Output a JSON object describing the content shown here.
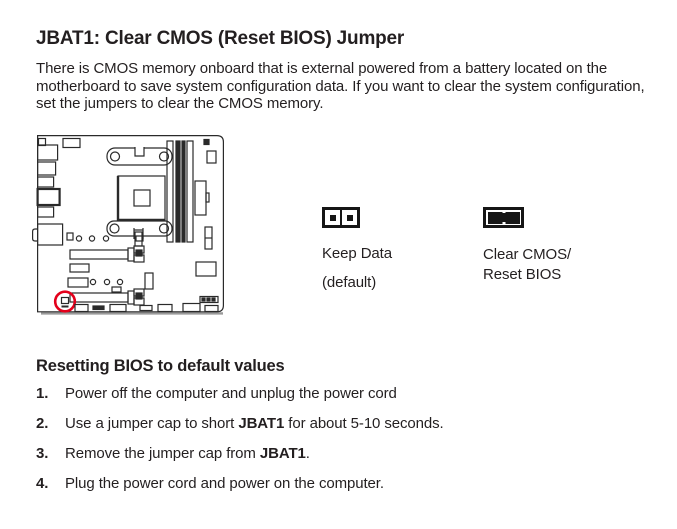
{
  "header": {
    "title": "JBAT1: Clear CMOS (Reset BIOS) Jumper"
  },
  "intro": "There is CMOS memory onboard that is external powered from a battery located on the motherboard to save system configuration data. If you want to clear the system configuration, set the jumpers to clear the CMOS memory.",
  "figure": {
    "highlight_color": "#e3001b",
    "line_color": "#2a2a2a",
    "keep_data": {
      "line1": "Keep Data",
      "line2": "(default)"
    },
    "clear_cmos": {
      "line1": "Clear CMOS/",
      "line2": "Reset BIOS"
    }
  },
  "instructions": {
    "heading": "Resetting BIOS to default values",
    "steps": [
      {
        "num": "1.",
        "pre": "Power off the computer and unplug the power cord",
        "bold": "",
        "post": ""
      },
      {
        "num": "2.",
        "pre": "Use a jumper cap to short ",
        "bold": "JBAT1",
        "post": " for about 5-10 seconds."
      },
      {
        "num": "3.",
        "pre": "Remove the jumper cap from ",
        "bold": "JBAT1",
        "post": "."
      },
      {
        "num": "4.",
        "pre": "Plug the power cord and power on the computer.",
        "bold": "",
        "post": ""
      }
    ]
  }
}
